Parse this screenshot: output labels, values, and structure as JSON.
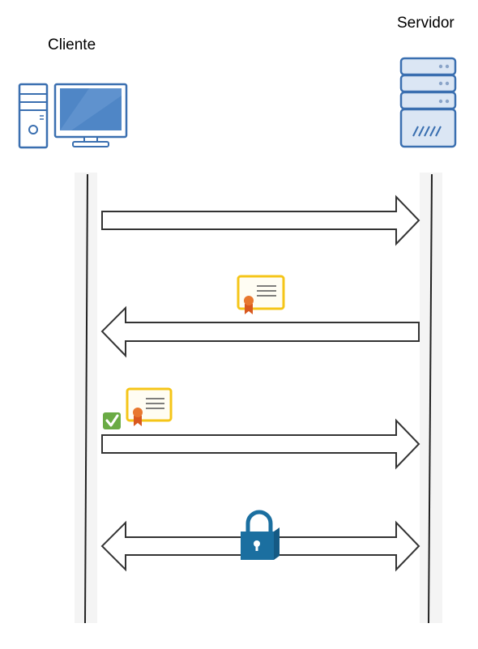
{
  "client": {
    "label": "Cliente",
    "icon": "desktop-computer-icon"
  },
  "server": {
    "label": "Servidor",
    "icon": "server-rack-icon"
  },
  "messages": [
    {
      "direction": "client-to-server",
      "icon": "none"
    },
    {
      "direction": "server-to-client",
      "icon": "certificate-icon"
    },
    {
      "direction": "client-to-server",
      "icon": "verified-certificate-icon"
    },
    {
      "direction": "bidirectional",
      "icon": "padlock-icon"
    }
  ],
  "colors": {
    "line": "#222222",
    "arrow_stroke": "#333333",
    "computer_blue": "#3a6fb0",
    "screen_blue": "#4f86c6",
    "server_fill": "#dbe6f4",
    "certificate_border": "#f5c518",
    "seal_orange": "#e8772e",
    "check_green": "#6aab45",
    "lock_blue": "#1b6fa0"
  }
}
